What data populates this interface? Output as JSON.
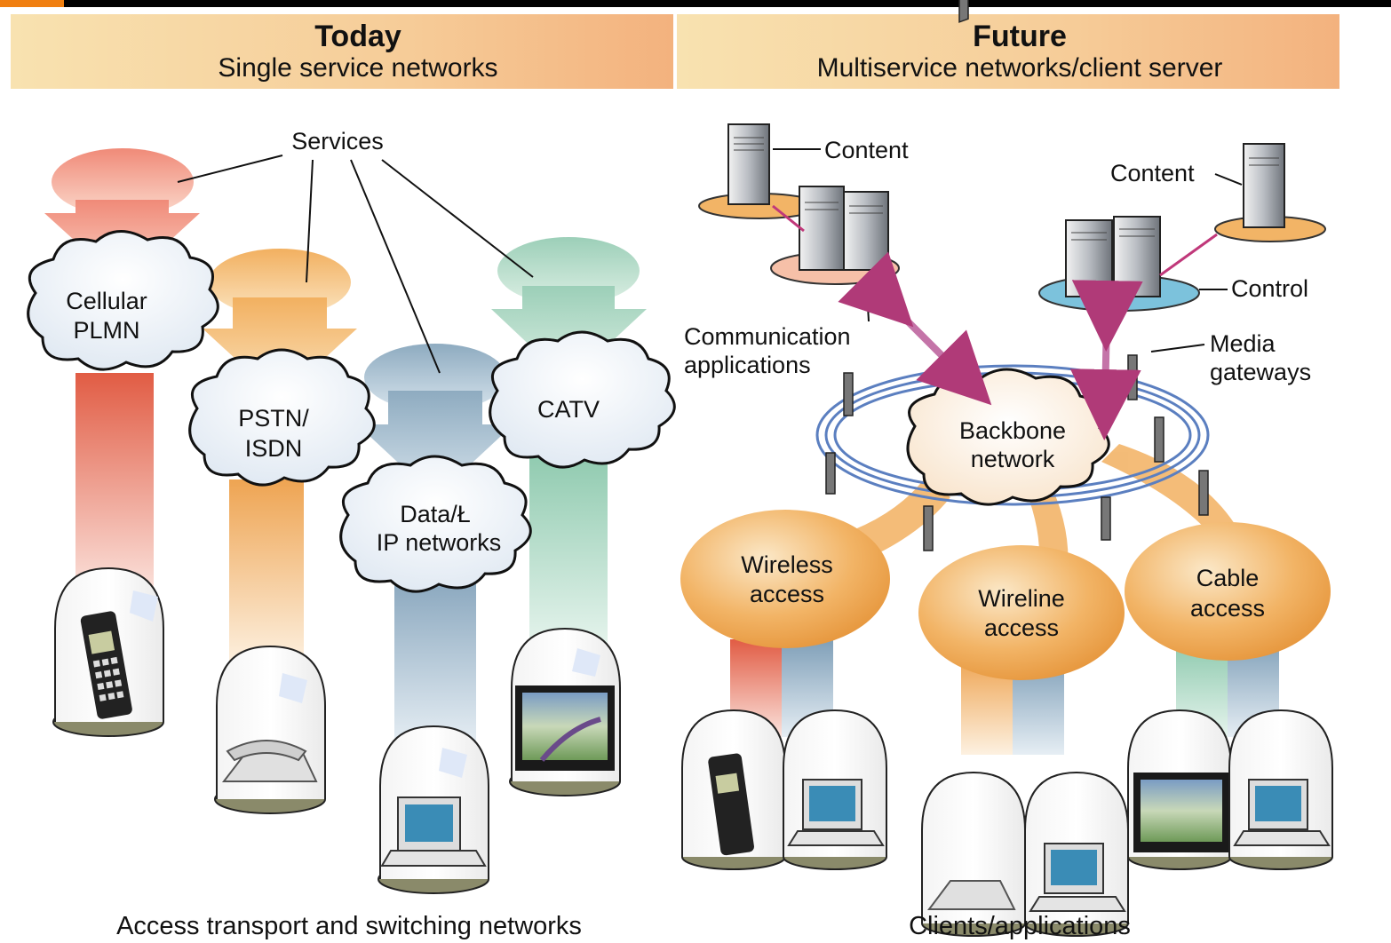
{
  "header": {
    "left_title": "Today",
    "left_subtitle": "Single service networks",
    "right_title": "Future",
    "right_subtitle": "Multiservice networks/client server"
  },
  "today": {
    "services_label": "Services",
    "networks": [
      {
        "line1": "Cellular",
        "line2": "PLMN",
        "color": "#e8604a"
      },
      {
        "line1": "PSTN/",
        "line2": "ISDN",
        "color": "#f0a860"
      },
      {
        "line1": "Data/Ł",
        "line2": "IP networks",
        "color": "#7e9eb6"
      },
      {
        "line1": "CATV",
        "line2": "",
        "color": "#8cc9ae"
      }
    ],
    "footer": "Access transport and switching networks"
  },
  "future": {
    "content_left": "Content",
    "content_right": "Content",
    "control": "Control",
    "comm_apps_1": "Communication",
    "comm_apps_2": "applications",
    "media_gw_1": "Media",
    "media_gw_2": "gateways",
    "backbone_1": "Backbone",
    "backbone_2": "network",
    "wireless_1": "Wireless",
    "wireless_2": "access",
    "wireline_1": "Wireline",
    "wireline_2": "access",
    "cable_1": "Cable",
    "cable_2": "access",
    "footer": "Clients/applications"
  },
  "colors": {
    "header_band": "#f5c890",
    "corner_accent": "#f07f10",
    "access_orange": "#f2b060",
    "link_magenta": "#c0387a"
  }
}
